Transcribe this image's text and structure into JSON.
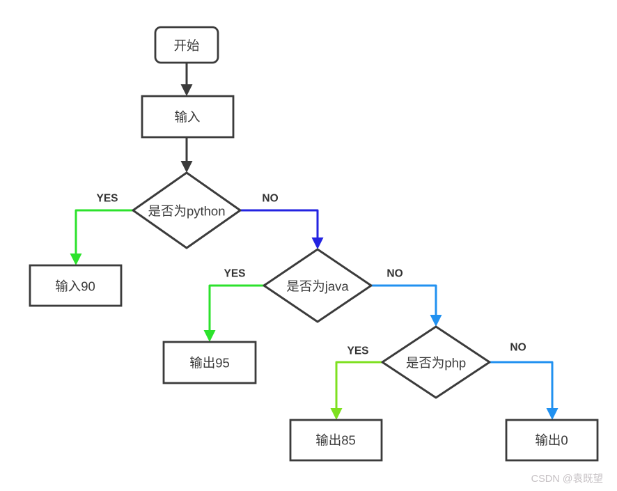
{
  "diagram": {
    "type": "flowchart",
    "stroke_color": "#3b3b3b",
    "nodes": [
      {
        "id": "start",
        "shape": "rounded-rect",
        "label": "开始"
      },
      {
        "id": "input",
        "shape": "rect",
        "label": "输入"
      },
      {
        "id": "check-python",
        "shape": "diamond",
        "label": "是否为python"
      },
      {
        "id": "input-90",
        "shape": "rect",
        "label": "输入90"
      },
      {
        "id": "check-java",
        "shape": "diamond",
        "label": "是否为java"
      },
      {
        "id": "output-95",
        "shape": "rect",
        "label": "输出95"
      },
      {
        "id": "check-php",
        "shape": "diamond",
        "label": "是否为php"
      },
      {
        "id": "output-85",
        "shape": "rect",
        "label": "输出85"
      },
      {
        "id": "output-0",
        "shape": "rect",
        "label": "输出0"
      }
    ],
    "edges": [
      {
        "from": "start",
        "to": "input",
        "label": "",
        "color": "#3b3b3b"
      },
      {
        "from": "input",
        "to": "check-python",
        "label": "",
        "color": "#3b3b3b"
      },
      {
        "from": "check-python",
        "to": "input-90",
        "label": "YES",
        "color": "#2ce22c"
      },
      {
        "from": "check-python",
        "to": "check-java",
        "label": "NO",
        "color": "#2323e1"
      },
      {
        "from": "check-java",
        "to": "output-95",
        "label": "YES",
        "color": "#2ce22c"
      },
      {
        "from": "check-java",
        "to": "check-php",
        "label": "NO",
        "color": "#2191f0"
      },
      {
        "from": "check-php",
        "to": "output-85",
        "label": "YES",
        "color": "#7ee020"
      },
      {
        "from": "check-php",
        "to": "output-0",
        "label": "NO",
        "color": "#2191f0"
      }
    ]
  },
  "watermark": {
    "text": "CSDN @袁既望",
    "color": "#c6c1c4"
  }
}
